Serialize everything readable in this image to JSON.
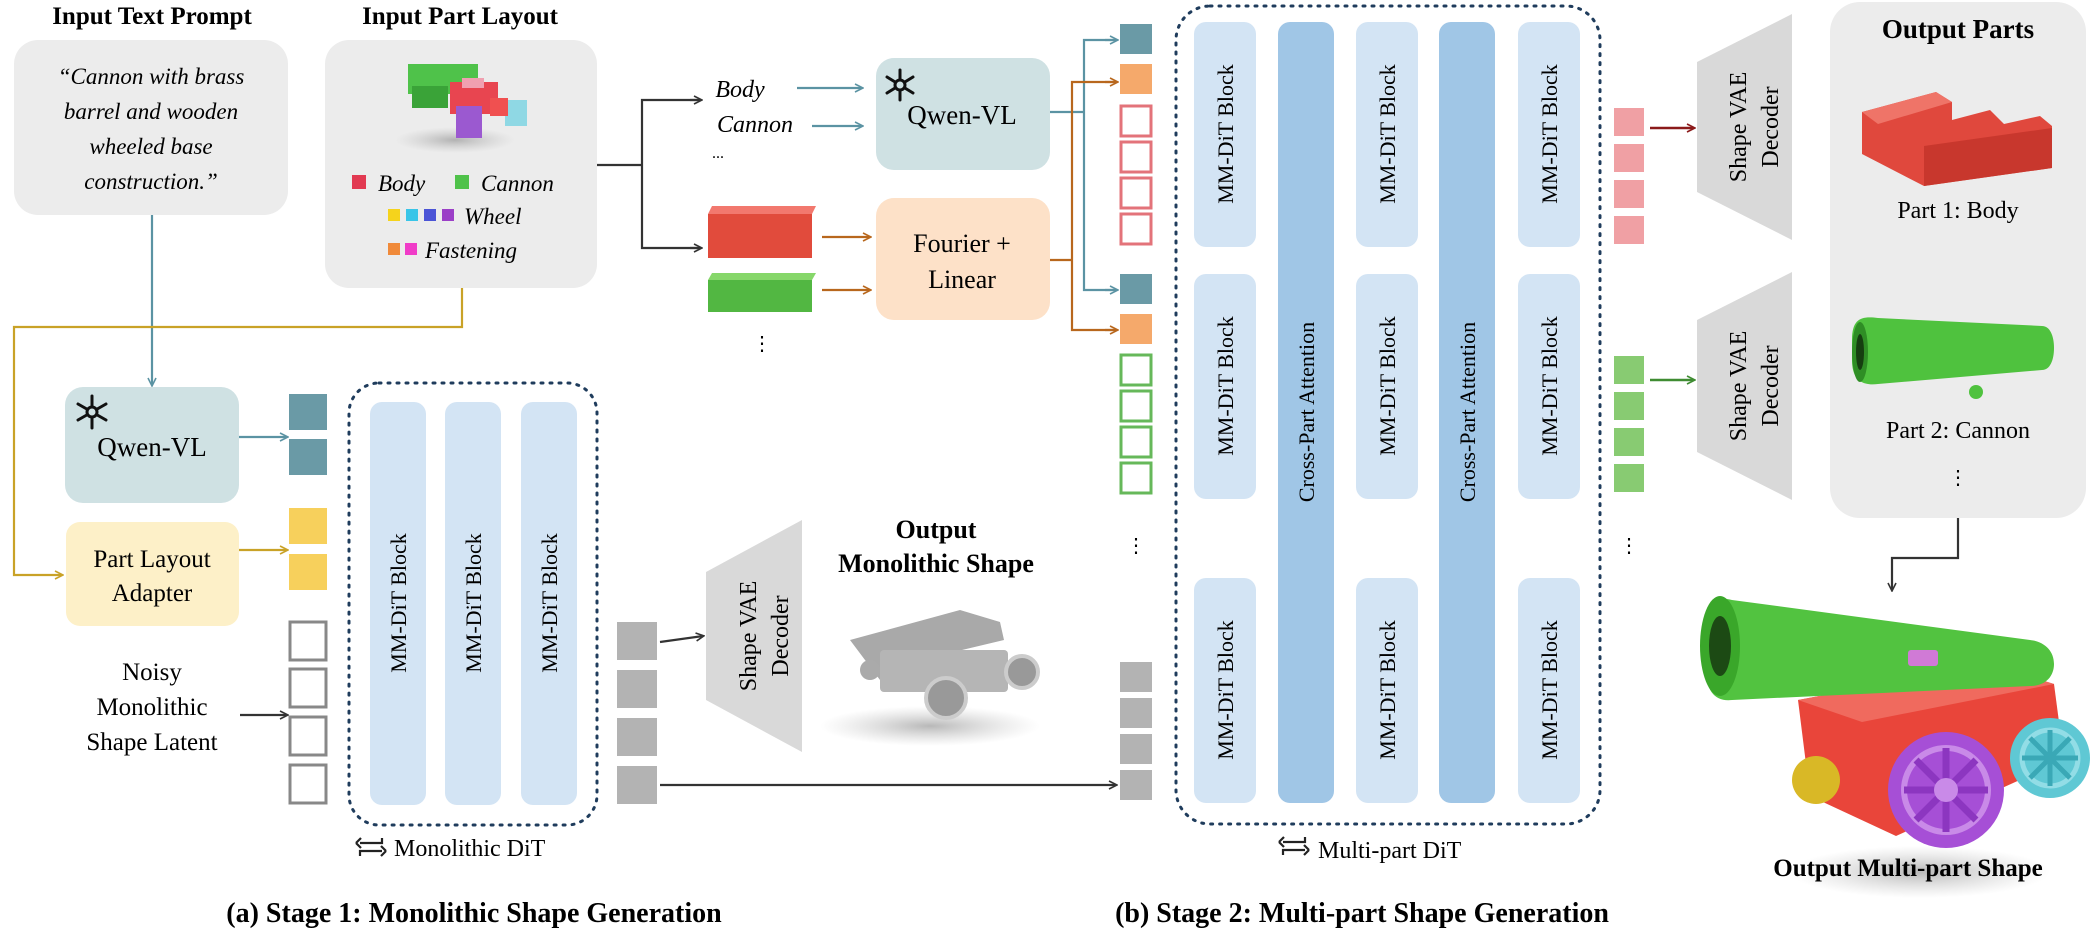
{
  "input_text": {
    "title": "Input Text Prompt",
    "line1": "“Cannon with brass",
    "line2": "barrel and wooden",
    "line3": "wheeled base",
    "line4": "construction.”"
  },
  "input_layout": {
    "title": "Input Part Layout",
    "legend_body": "Body",
    "legend_cannon": "Cannon",
    "legend_wheel": "Wheel",
    "legend_fastening": "Fastening"
  },
  "stage1": {
    "qwen": "Qwen-VL",
    "adapter_line1": "Part Layout",
    "adapter_line2": "Adapter",
    "noisy_line1": "Noisy",
    "noisy_line2": "Monolithic",
    "noisy_line3": "Shape Latent",
    "block": "MM-DiT Block",
    "dit_label": "Monolithic DiT",
    "vae_line1": "Shape VAE",
    "vae_line2": "Decoder",
    "output_line1": "Output",
    "output_line2": "Monolithic Shape",
    "caption": "(a) Stage 1: Monolithic Shape Generation"
  },
  "stage2": {
    "body_word": "Body",
    "cannon_word": "Cannon",
    "ellipsis": "⋮",
    "small_ellipsis": "...",
    "qwen": "Qwen-VL",
    "fourier_line1": "Fourier +",
    "fourier_line2": "Linear",
    "block": "MM-DiT Block",
    "cross_attention": "Cross-Part Attention",
    "dit_label": "Multi-part DiT",
    "vae_line1": "Shape VAE",
    "vae_line2": "Decoder",
    "output_parts_title": "Output Parts",
    "part1": "Part 1: Body",
    "part2": "Part 2: Cannon",
    "output_multi": "Output Multi-part Shape",
    "caption": "(b) Stage 2: Multi-part Shape Generation"
  },
  "colors": {
    "teal": "#5b93a3",
    "orange": "#b8671d",
    "gold": "#c9a227",
    "dark_red": "#8b1a1a",
    "green": "#3f8c32",
    "block_blue": "#d3e4f4",
    "attention_blue": "#a0c6e6",
    "qwen_fill": "#cfe1e3",
    "fourier_fill": "#fde1c8",
    "adapter_fill": "#fdf0c8",
    "panel_gray": "#ececec"
  },
  "icons": [
    "snowflake-icon",
    "loop-icon",
    "arrow-icon"
  ]
}
